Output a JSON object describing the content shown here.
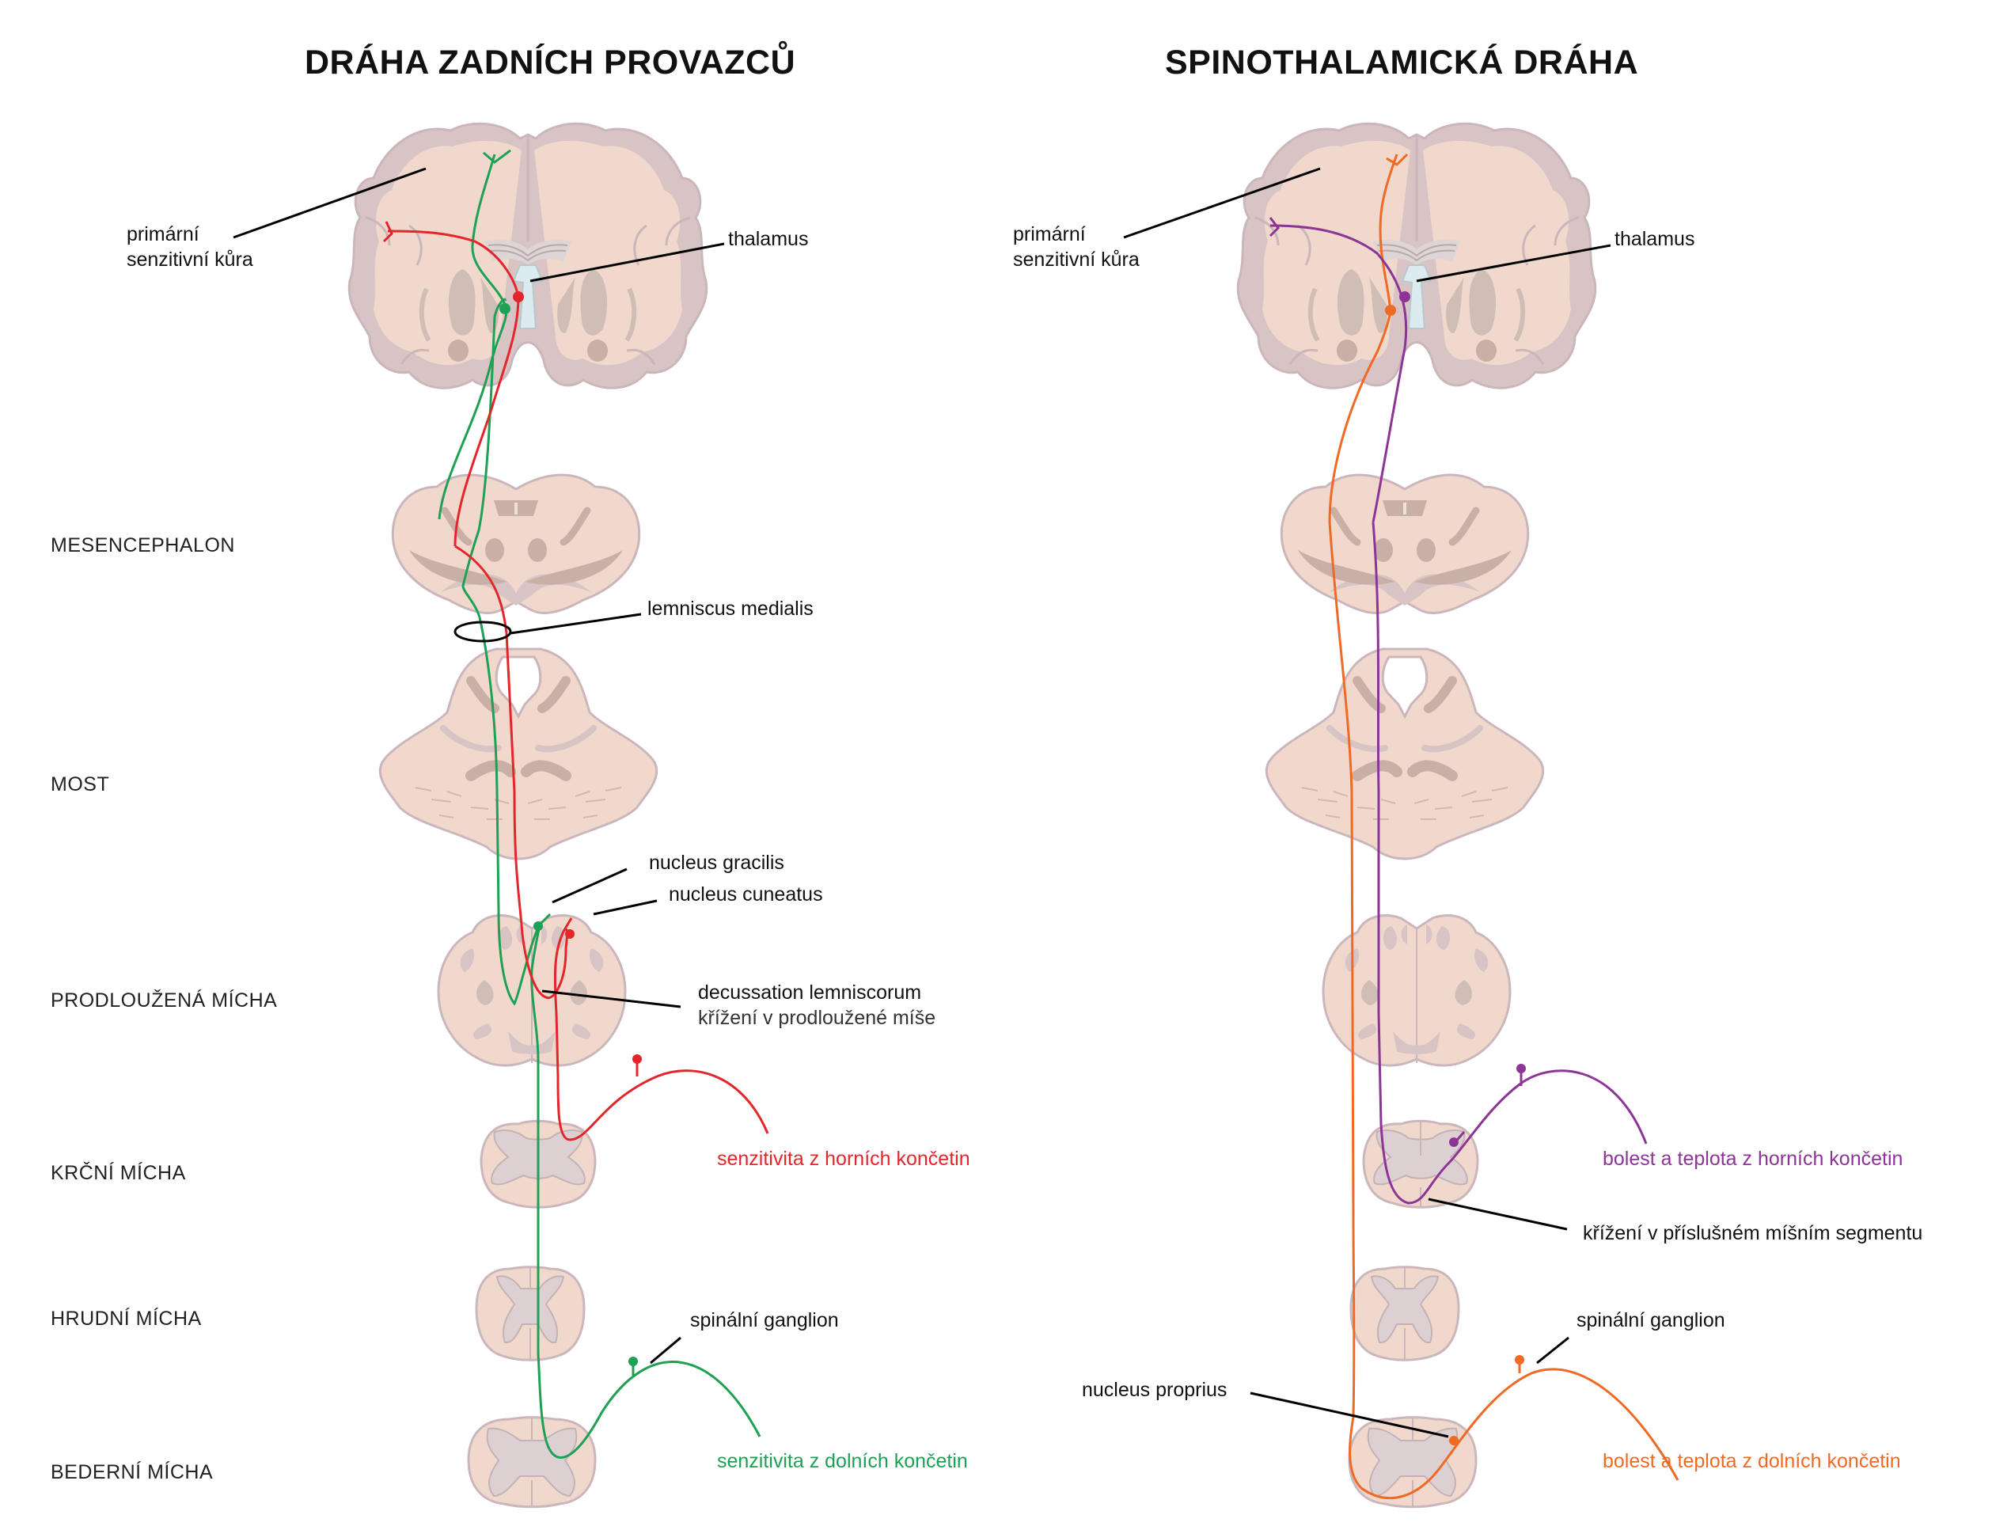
{
  "titles": {
    "left": "DRÁHA ZADNÍCH PROVAZCŮ",
    "right": "SPINOTHALAMICKÁ DRÁHA"
  },
  "levels": {
    "mesencephalon": "MESENCEPHALON",
    "most": "MOST",
    "medulla": "PRODLOUŽENÁ MÍCHA",
    "cervical": "KRČNÍ MÍCHA",
    "thoracic": "HRUDNÍ MÍCHA",
    "lumbar": "BEDERNÍ MÍCHA"
  },
  "left_labels": {
    "cortex_line1": "primární",
    "cortex_line2": "senzitivní kůra",
    "thalamus": "thalamus",
    "lemniscus": "lemniscus medialis",
    "gracilis": "nucleus gracilis",
    "cuneatus": "nucleus cuneatus",
    "decussation": "decussation lemniscorum",
    "decussation_sub": "křížení v prodloužené míše",
    "upper_limbs": "senzitivita z horních končetin",
    "ganglion": "spinální ganglion",
    "lower_limbs": "senzitivita z dolních končetin"
  },
  "right_labels": {
    "cortex_line1": "primární",
    "cortex_line2": "senzitivní kůra",
    "thalamus": "thalamus",
    "upper_limbs": "bolest a teplota z horních končetin",
    "crossing": "křížení v příslušném míšním segmentu",
    "ganglion": "spinální ganglion",
    "proprius": "nucleus proprius",
    "lower_limbs": "bolest a teplota z dolních končetin"
  },
  "colors": {
    "tissue": "#f1d8cd",
    "outline": "#cbb7bb",
    "gray_matter": "#d4c5c8",
    "nuclei": "#c9b0a7",
    "ventricle": "#dcebef",
    "red": "#e3262b",
    "green": "#1ea055",
    "purple": "#8d3596",
    "orange": "#ee6a25"
  }
}
